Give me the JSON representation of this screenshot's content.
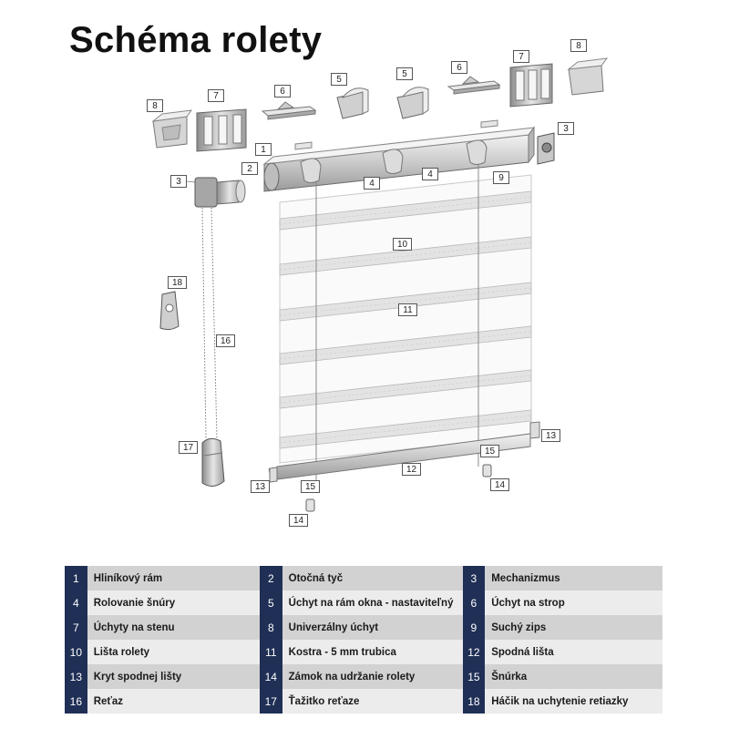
{
  "title": "Schéma rolety",
  "legend": [
    [
      {
        "num": "1",
        "label": "Hliníkový rám"
      },
      {
        "num": "2",
        "label": "Otočná tyč"
      },
      {
        "num": "3",
        "label": "Mechanizmus"
      }
    ],
    [
      {
        "num": "4",
        "label": "Rolovanie šnúry"
      },
      {
        "num": "5",
        "label": "Úchyt na rám okna - nastaviteľný"
      },
      {
        "num": "6",
        "label": "Úchyt na strop"
      }
    ],
    [
      {
        "num": "7",
        "label": "Úchyty na stenu"
      },
      {
        "num": "8",
        "label": "Univerzálny úchyt"
      },
      {
        "num": "9",
        "label": "Suchý zips"
      }
    ],
    [
      {
        "num": "10",
        "label": "Lišta rolety"
      },
      {
        "num": "11",
        "label": "Kostra - 5 mm trubica"
      },
      {
        "num": "12",
        "label": "Spodná lišta"
      }
    ],
    [
      {
        "num": "13",
        "label": "Kryt spodnej lišty"
      },
      {
        "num": "14",
        "label": "Zámok na udržanie rolety"
      },
      {
        "num": "15",
        "label": "Šnúrka"
      }
    ],
    [
      {
        "num": "16",
        "label": "Reťaz"
      },
      {
        "num": "17",
        "label": "Ťažitko reťaze"
      },
      {
        "num": "18",
        "label": "Háčik na uchytenie retiazky"
      }
    ]
  ],
  "callouts": [
    "8",
    "7",
    "6",
    "5",
    "5",
    "6",
    "7",
    "8",
    "3",
    "1",
    "2",
    "3",
    "4",
    "4",
    "9",
    "10",
    "11",
    "18",
    "16",
    "17",
    "13",
    "12",
    "15",
    "15",
    "13",
    "14",
    "14"
  ],
  "colors": {
    "legend_number_bg": "#1f2f55",
    "legend_row_dark": "#d2d2d2",
    "legend_row_light": "#ececec"
  }
}
